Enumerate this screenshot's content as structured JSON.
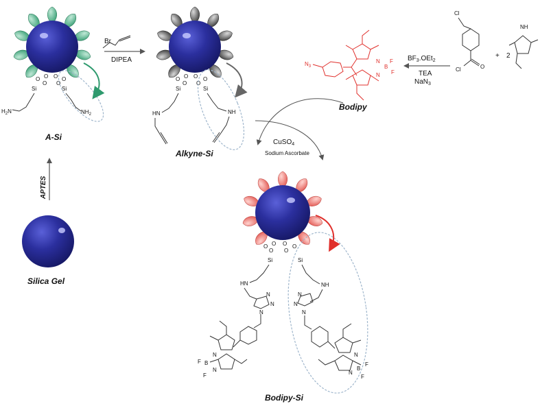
{
  "labels": {
    "a_si": "A-Si",
    "alkyne_si": "Alkyne-Si",
    "bodipy": "Bodipy",
    "bodipy_si": "Bodipy-Si",
    "silica_gel": "Silica Gel"
  },
  "reagents": {
    "aptes": "APTES",
    "br": "Br",
    "dipea": "DIPEA",
    "bf3": "BF",
    "bf3_sub": "3",
    "bf3_rest": ".OEt",
    "bf3_sub2": "2",
    "tea": "TEA",
    "nan3": "NaN",
    "nan3_sub": "3",
    "cuso4": "CuSO",
    "cuso4_sub": "4",
    "ascorbate": "Sodium Ascorbate",
    "plus": "+",
    "two": "2"
  },
  "atoms": {
    "cl": "Cl",
    "o": "O",
    "nh": "NH",
    "h": "H",
    "n": "N",
    "n3": "N",
    "n3_sub": "3",
    "b": "B",
    "f": "F",
    "si": "Si",
    "h2n": "H",
    "h2n_sub": "2",
    "h2n_n": "N",
    "nh2": "NH",
    "nh2_sub": "2",
    "hn": "HN",
    "n_eq": "N",
    "b_minus": "B"
  },
  "colors": {
    "sphere": "#2b2f9e",
    "green_lobe": "#3aa37a",
    "gray_lobe": "#4a4a4a",
    "red_lobe": "#e8645f",
    "bodipy_red": "#e0302c",
    "ellipse": "#9fb6cc",
    "arrow": "#555555"
  }
}
